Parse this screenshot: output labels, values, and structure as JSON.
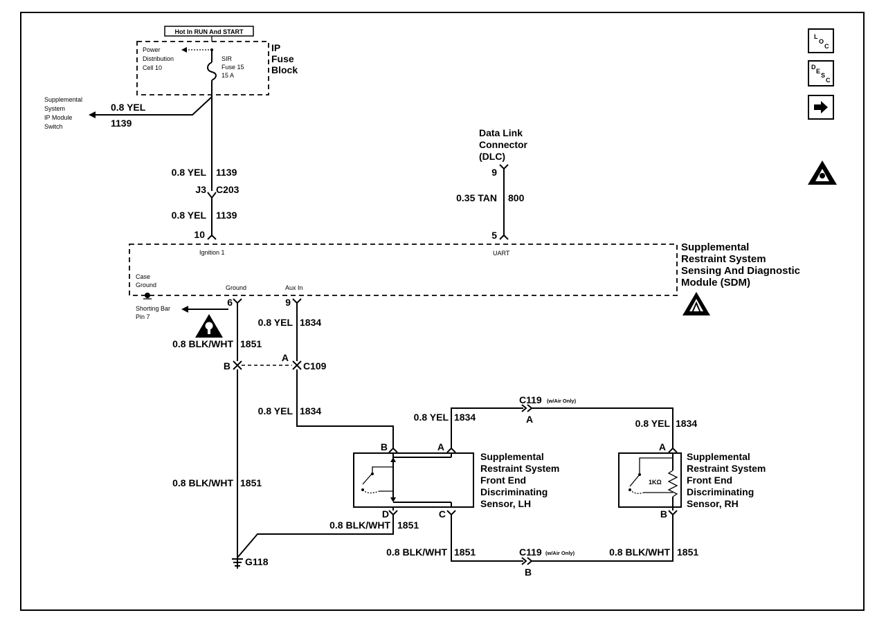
{
  "fuse_block": {
    "hot_label": "Hot In RUN And START",
    "power_dist": [
      "Power",
      "Distribution",
      "Cell 10"
    ],
    "fuse": [
      "SIR",
      "Fuse 15",
      "15 A"
    ],
    "title": [
      "IP",
      "Fuse",
      "Block"
    ]
  },
  "ip_switch": {
    "label": [
      "Supplemental",
      "System",
      "IP Module",
      "Switch"
    ],
    "wire": "0.8 YEL",
    "circuit": "1139"
  },
  "main_feed": {
    "wire_upper": "0.8 YEL",
    "circuit_upper": "1139",
    "connector_left": "J3",
    "connector_right": "C203",
    "wire_lower": "0.8 YEL",
    "circuit_lower": "1139",
    "pin": "10"
  },
  "dlc": {
    "label": [
      "Data Link",
      "Connector",
      "(DLC)"
    ],
    "pin_top": "9",
    "wire": "0.35 TAN",
    "circuit": "800",
    "pin_bottom": "5"
  },
  "sdm": {
    "label": [
      "Supplemental",
      "Restraint System",
      "Sensing And Diagnostic",
      "Module (SDM)"
    ],
    "ignition": "Ignition 1",
    "uart": "UART",
    "case_ground": [
      "Case",
      "Ground"
    ],
    "ground": "Ground",
    "aux_in": "Aux In",
    "ground_pin": "6",
    "aux_pin": "9"
  },
  "shorting_bar": [
    "Shorting Bar",
    "Pin 7"
  ],
  "ground_circuit": {
    "wire_upper": "0.8 BLK/WHT",
    "circuit_upper": "1851",
    "c109_pin_b": "B",
    "c109_pin_a": "A",
    "c109": "C109",
    "wire_lower": "0.8 BLK/WHT",
    "circuit_lower": "1851",
    "ground_id": "G118"
  },
  "aux_circuit": {
    "wire_upper": "0.8 YEL",
    "circuit_upper": "1834",
    "wire_lower": "0.8 YEL",
    "circuit_lower": "1834"
  },
  "c119_top": {
    "label": "C119",
    "note": "(w/Air Only)",
    "pin": "A"
  },
  "c119_bottom": {
    "label": "C119",
    "note": "(w/Air Only)",
    "pin": "B"
  },
  "lh_sensor": {
    "label": [
      "Supplemental",
      "Restraint System",
      "Front End",
      "Discriminating",
      "Sensor, LH"
    ],
    "pin_a": "A",
    "pin_b": "B",
    "pin_c": "C",
    "pin_d": "D",
    "wire_a": "0.8 YEL",
    "circuit_a": "1834",
    "wire_d": "0.8 BLK/WHT",
    "circuit_d": "1851",
    "wire_c": "0.8 BLK/WHT",
    "circuit_c": "1851"
  },
  "rh_sensor": {
    "label": [
      "Supplemental",
      "Restraint System",
      "Front End",
      "Discriminating",
      "Sensor, RH"
    ],
    "pin_a": "A",
    "pin_b": "B",
    "resistor": "1KΩ",
    "wire_a": "0.8 YEL",
    "circuit_a": "1834",
    "wire_b": "0.8 BLK/WHT",
    "circuit_b": "1851"
  },
  "side_buttons": {
    "loc": [
      "L",
      "O",
      "C"
    ],
    "desc": [
      "D",
      "E",
      "S",
      "C"
    ]
  }
}
